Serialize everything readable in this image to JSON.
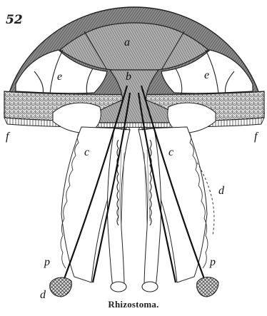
{
  "figure": {
    "number": "52",
    "caption": "Rhizostoma.",
    "labels": {
      "a": "a",
      "b": "b",
      "c": "c",
      "d": "d",
      "e": "e",
      "f": "f",
      "p": "p"
    },
    "colors": {
      "ink": "#222222",
      "hatch": "#6a6a6a",
      "paper": "#ffffff"
    }
  }
}
